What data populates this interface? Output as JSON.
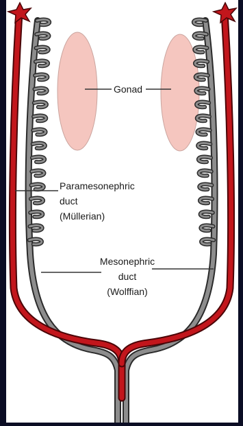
{
  "labels": {
    "gonad": "Gonad",
    "paramesonephric": [
      "Paramesonephric",
      "duct",
      "(Müllerian)"
    ],
    "mesonephric": [
      "Mesonephric",
      "duct",
      "(Wolffian)"
    ]
  },
  "colors": {
    "background": "#0b0d24",
    "canvas": "#ffffff",
    "gonad_fill": "#f5c6bf",
    "mullerian_duct": "#c2161c",
    "wolffian_duct": "#8d8d8d",
    "duct_outline": "#2a2a2a",
    "label_text": "#1a1a1a"
  }
}
